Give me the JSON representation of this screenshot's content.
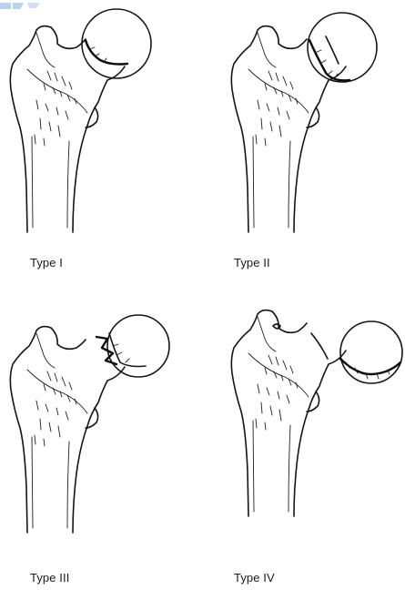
{
  "panels": [
    {
      "label": "Type I"
    },
    {
      "label": "Type II"
    },
    {
      "label": "Type III"
    },
    {
      "label": "Type IV"
    }
  ],
  "colors": {
    "ink": "#151515",
    "background": "#ffffff",
    "corner_watermark": "#b9d3ec"
  }
}
